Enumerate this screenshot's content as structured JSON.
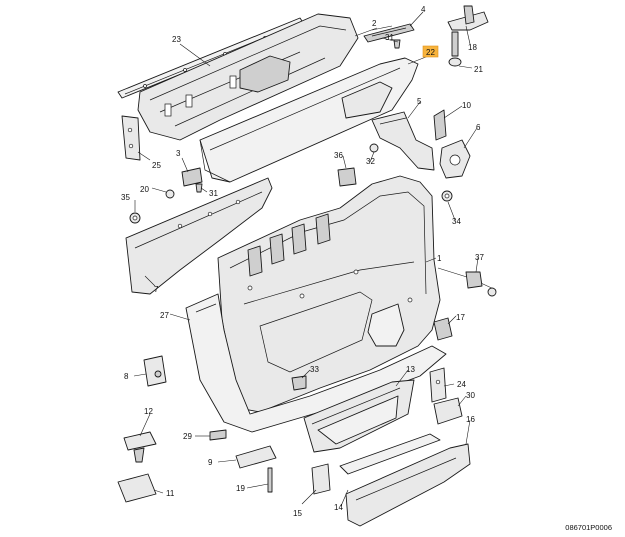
{
  "highlight_color": "#f7b33d",
  "highlighted_part": "22",
  "drawing_ref": "086701P0006",
  "callouts": {
    "c1": "1",
    "c2": "2",
    "c3": "3",
    "c4": "4",
    "c5": "5",
    "c6": "6",
    "c7": "7",
    "c8": "8",
    "c9": "9",
    "c10": "10",
    "c11": "11",
    "c12": "12",
    "c13": "13",
    "c14": "14",
    "c15": "15",
    "c16": "16",
    "c17": "17",
    "c18": "18",
    "c19": "19",
    "c20": "20",
    "c21": "21",
    "c22": "22",
    "c23": "23",
    "c24": "24",
    "c25": "25",
    "c27": "27",
    "c29": "29",
    "c30": "30",
    "c31a": "31",
    "c31b": "31",
    "c32": "32",
    "c33": "33",
    "c34": "34",
    "c35": "35",
    "c36": "36",
    "c37": "37"
  }
}
